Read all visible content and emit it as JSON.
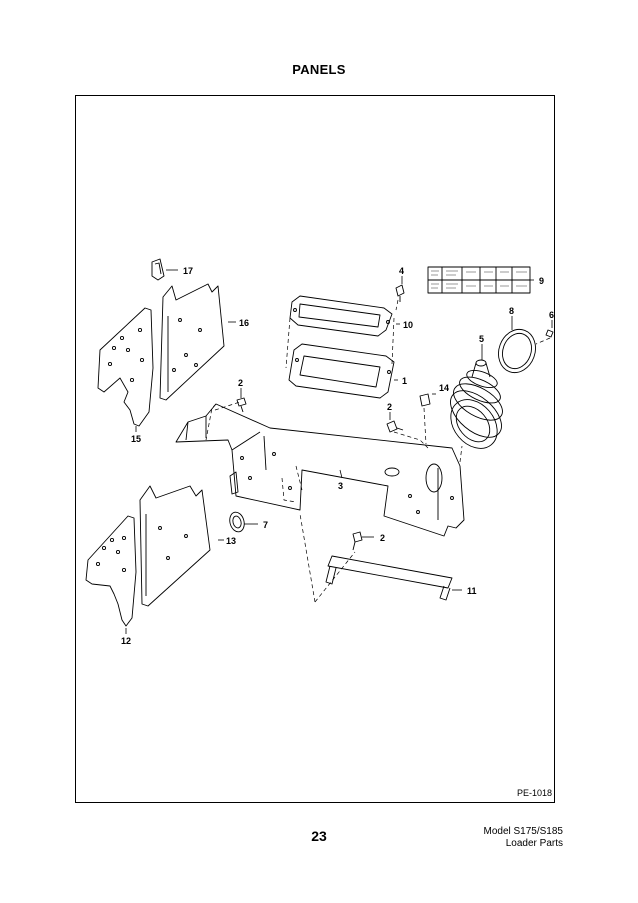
{
  "page": {
    "title": "PANELS",
    "figure_id": "PE-1018",
    "page_number": "23",
    "model_line1": "Model S175/S185",
    "model_line2": "Loader Parts"
  },
  "callouts": [
    {
      "id": "c1",
      "label": "1"
    },
    {
      "id": "c2a",
      "label": "2"
    },
    {
      "id": "c2b",
      "label": "2"
    },
    {
      "id": "c2c",
      "label": "2"
    },
    {
      "id": "c3",
      "label": "3"
    },
    {
      "id": "c4",
      "label": "4"
    },
    {
      "id": "c5",
      "label": "5"
    },
    {
      "id": "c6",
      "label": "6"
    },
    {
      "id": "c7",
      "label": "7"
    },
    {
      "id": "c8",
      "label": "8"
    },
    {
      "id": "c9",
      "label": "9"
    },
    {
      "id": "c10",
      "label": "10"
    },
    {
      "id": "c11",
      "label": "11"
    },
    {
      "id": "c12",
      "label": "12"
    },
    {
      "id": "c13",
      "label": "13"
    },
    {
      "id": "c14",
      "label": "14"
    },
    {
      "id": "c15",
      "label": "15"
    },
    {
      "id": "c16",
      "label": "16"
    },
    {
      "id": "c17",
      "label": "17"
    }
  ]
}
